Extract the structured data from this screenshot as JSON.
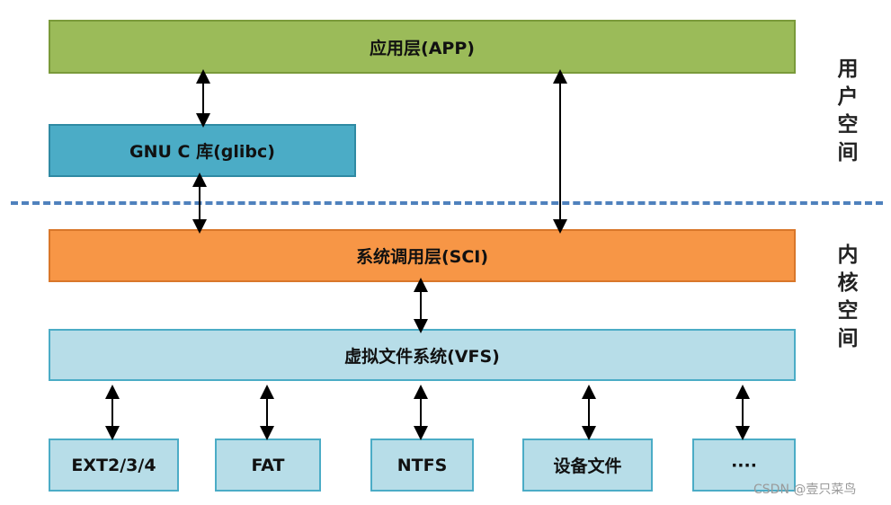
{
  "layers": {
    "app": "应用层(APP)",
    "glibc": "GNU C 库(glibc)",
    "sci": "系统调用层(SCI)",
    "vfs": "虚拟文件系统(VFS)"
  },
  "filesystems": [
    "EXT2/3/4",
    "FAT",
    "NTFS",
    "设备文件",
    "····"
  ],
  "side_labels": {
    "user_space": "用户空间",
    "kernel_space": "内核空间"
  },
  "watermark": "CSDN @壹只菜鸟",
  "colors": {
    "app": "#9bbb59",
    "glibc": "#4bacc6",
    "sci": "#f79646",
    "vfs": "#b7dde8",
    "divider": "#4f81bd"
  }
}
